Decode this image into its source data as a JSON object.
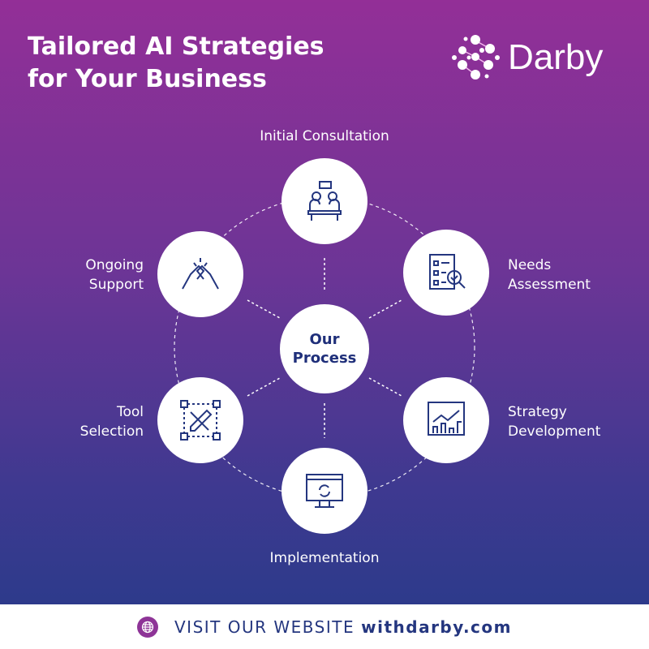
{
  "title": {
    "line1": "Tailored AI Strategies",
    "line2": "for Your Business"
  },
  "logo": {
    "text": "Darby"
  },
  "center": {
    "line1": "Our",
    "line2": "Process"
  },
  "steps": [
    {
      "label": "Initial Consultation",
      "icon": "consultation-icon"
    },
    {
      "label1": "Needs",
      "label2": "Assessment",
      "icon": "checklist-magnifier-icon"
    },
    {
      "label1": "Strategy",
      "label2": "Development",
      "icon": "chart-icon"
    },
    {
      "label": "Implementation",
      "icon": "monitor-refresh-icon"
    },
    {
      "label1": "Tool",
      "label2": "Selection",
      "icon": "pencil-ruler-icon"
    },
    {
      "label1": "Ongoing",
      "label2": "Support",
      "icon": "handshake-icon"
    }
  ],
  "footer": {
    "prefix": "VISIT OUR WEBSITE",
    "url": "withdarby.com",
    "icon": "globe-icon"
  },
  "colors": {
    "top": "#932f97",
    "bottom": "#2d3a8b",
    "navy": "#24367f"
  }
}
